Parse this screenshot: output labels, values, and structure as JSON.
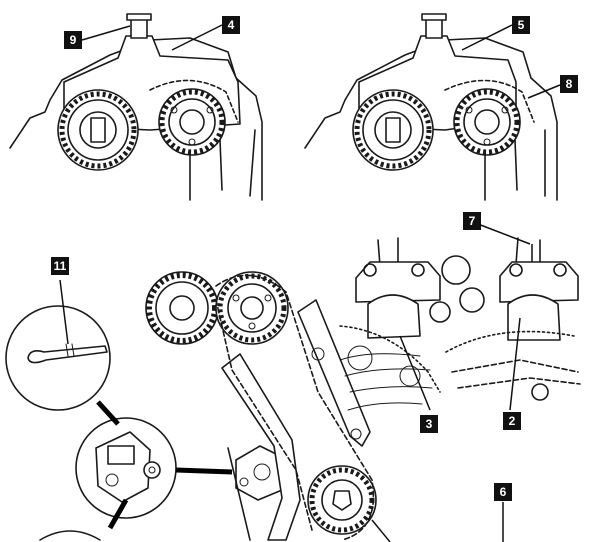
{
  "callouts": {
    "c9": "9",
    "c4": "4",
    "c5": "5",
    "c8": "8",
    "c7": "7",
    "c11": "11",
    "c3": "3",
    "c2": "2",
    "c6": "6"
  },
  "colors": {
    "ink": "#1a1a1a",
    "callout_fill": "#111111",
    "background": "#ffffff"
  }
}
